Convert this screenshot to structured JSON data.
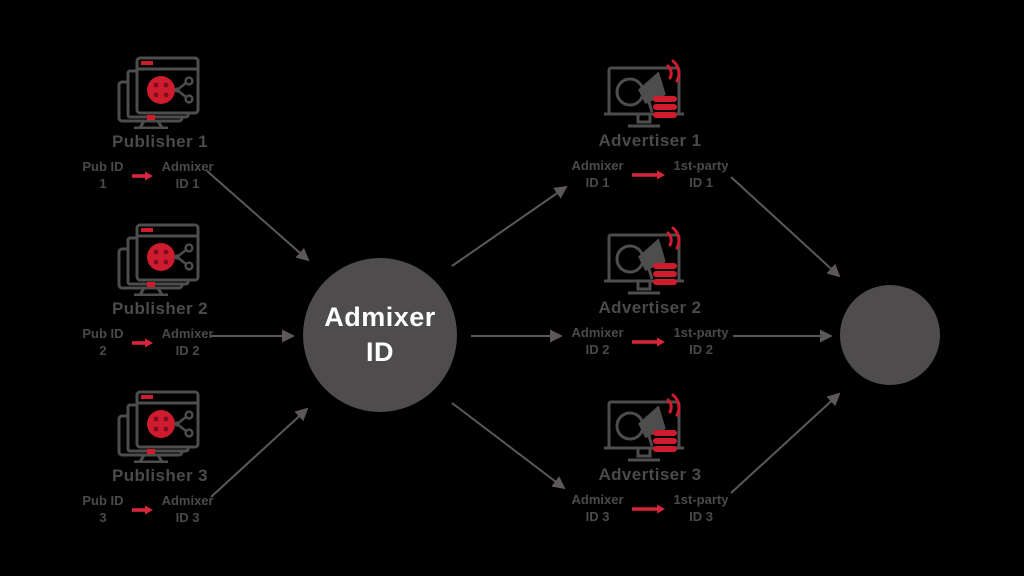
{
  "diagram": {
    "title_hint": "Admixer ID graph linking publisher IDs and advertiser 1st-party IDs",
    "colors": {
      "background": "#000000",
      "node_circle_gray": "#4e4c4c",
      "text_gray": "#4a4a4c",
      "flow_arrow_gray": "#5d5858",
      "accent_red": "#d7263b",
      "icon_red": "#cf1b2e",
      "circle_label_white": "#ffffff"
    },
    "center_node": {
      "line1": "Admixer",
      "line2": "ID"
    },
    "publishers": [
      {
        "name": "Publisher 1",
        "source_id_line1": "Pub ID",
        "source_id_line2": "1",
        "mapped_id_line1": "Admixer",
        "mapped_id_line2": "ID 1"
      },
      {
        "name": "Publisher 2",
        "source_id_line1": "Pub ID",
        "source_id_line2": "2",
        "mapped_id_line1": "Admixer",
        "mapped_id_line2": "ID 2"
      },
      {
        "name": "Publisher 3",
        "source_id_line1": "Pub ID",
        "source_id_line2": "3",
        "mapped_id_line1": "Admixer",
        "mapped_id_line2": "ID 3"
      }
    ],
    "advertisers": [
      {
        "name": "Advertiser 1",
        "source_id_line1": "Admixer",
        "source_id_line2": "ID 1",
        "mapped_id_line1": "1st-party",
        "mapped_id_line2": "ID 1"
      },
      {
        "name": "Advertiser 2",
        "source_id_line1": "Admixer",
        "source_id_line2": "ID 2",
        "mapped_id_line1": "1st-party",
        "mapped_id_line2": "ID 2"
      },
      {
        "name": "Advertiser 3",
        "source_id_line1": "Admixer",
        "source_id_line2": "ID 3",
        "mapped_id_line1": "1st-party",
        "mapped_id_line2": "ID 3"
      }
    ]
  }
}
